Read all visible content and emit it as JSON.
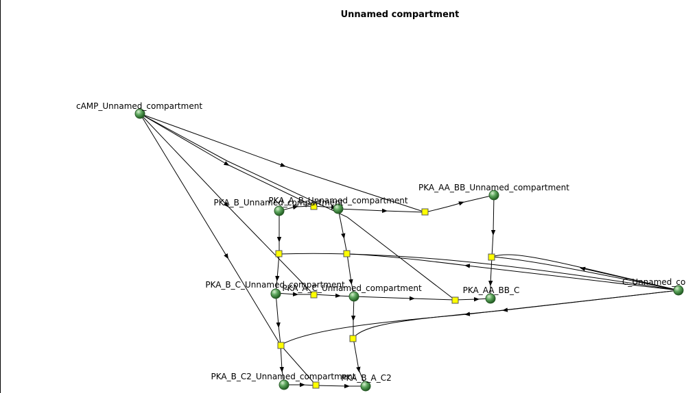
{
  "compartment": {
    "title": "Unnamed compartment"
  },
  "species": [
    {
      "id": "camp",
      "label": "cAMP_Unnamed_compartment"
    },
    {
      "id": "pka_b",
      "label": "PKA_B_Unnamed_compartment"
    },
    {
      "id": "pka_a_b",
      "label": "PKA_A_B_Unnamed_compartment"
    },
    {
      "id": "pka_aa_bb",
      "label": "PKA_AA_BB_Unnamed_compartment"
    },
    {
      "id": "pka_b_c",
      "label": "PKA_B_C_Unnamed_compartment"
    },
    {
      "id": "pka_a_c",
      "label": "PKA_A_C_Unnamed_compartment"
    },
    {
      "id": "pka_aa_bb_c",
      "label": "PKA_AA_BB_C"
    },
    {
      "id": "c",
      "label": "C_Unnamed_compartment"
    },
    {
      "id": "pka_b_c2",
      "label": "PKA_B_C2_Unnamed_compartment"
    },
    {
      "id": "pka_b_a_c2",
      "label": "PKA_B_A_C2"
    }
  ]
}
